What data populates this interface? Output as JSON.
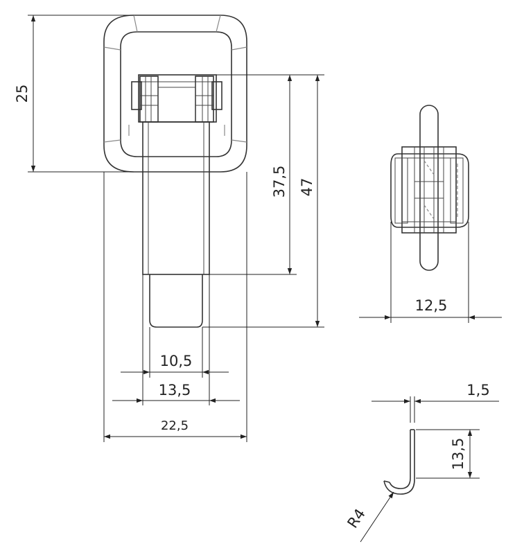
{
  "dimensions": {
    "front_top_height": "25",
    "inner_height": "37,5",
    "total_height": "47",
    "inner_width": "10,5",
    "mid_width": "13,5",
    "total_width": "22,5",
    "side_width": "12,5",
    "hook_thickness": "1,5",
    "hook_length": "13,5",
    "hook_radius": "R4"
  }
}
